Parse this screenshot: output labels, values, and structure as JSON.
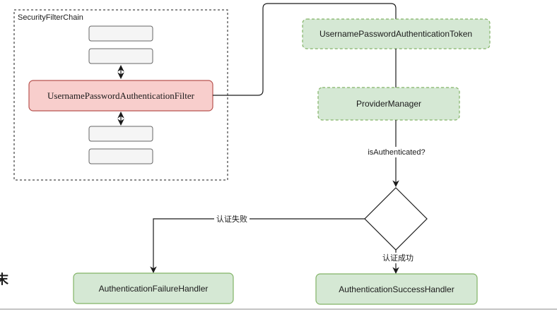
{
  "security_filter_chain": {
    "label": "SecurityFilterChain",
    "active_filter": "UsernamePasswordAuthenticationFilter"
  },
  "token": "UsernamePasswordAuthenticationToken",
  "provider_manager": "ProviderManager",
  "decision_edge_label": "isAuthenticated?",
  "failure_edge_label": "认证失败",
  "success_edge_label": "认证成功",
  "failure_handler": "AuthenticationFailureHandler",
  "success_handler": "AuthenticationSuccessHandler",
  "left_edge_glyph": "末"
}
